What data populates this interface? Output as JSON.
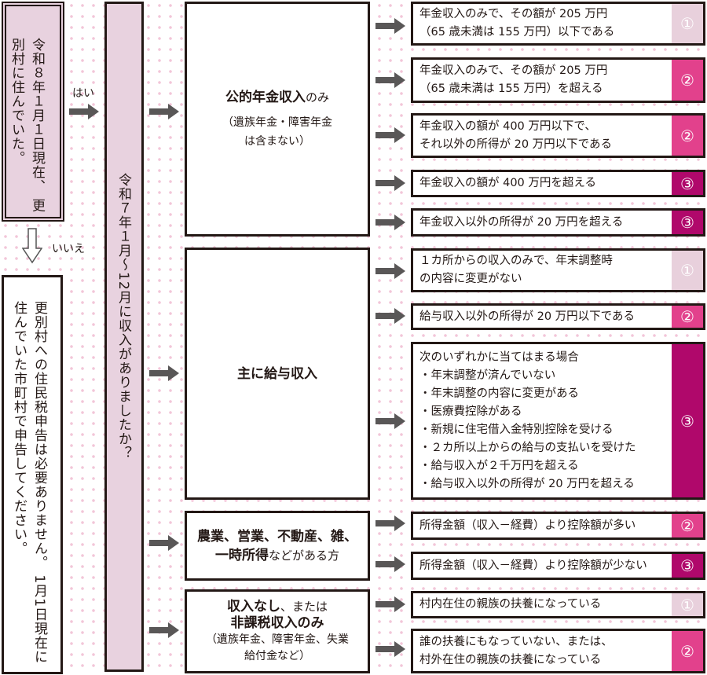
{
  "start": {
    "lines": [
      "令和８年１月１日現在、",
      "更別村に住んでいた。"
    ]
  },
  "yes_label": "はい",
  "no_label": "いいえ",
  "no_result": {
    "lines": [
      "更別村への住民税申告は必要ありません。",
      "1月1日現在に住んでいた市町村で申告してください。"
    ]
  },
  "question": "令和７年１月～12月に収入がありましたか？",
  "categories": [
    {
      "bold": "公的年金収入",
      "rest": "のみ",
      "note": [
        "（遺族年金・障害年金",
        "は含まない）"
      ]
    },
    {
      "bold": "主に給与収入",
      "rest": "",
      "note": []
    },
    {
      "bold": "農業、営業、不動産、雑、",
      "bold2": "一時所得",
      "rest": "などがある方",
      "note": []
    },
    {
      "bold": "収入なし",
      "rest": "、または",
      "bold2": "非課税収入のみ",
      "note": [
        "（遺族年金、障害年金、失業",
        "給付金など）"
      ]
    }
  ],
  "num_colors": {
    "①": "#e8d0dc",
    "②": "#e2418c",
    "③": "#b0086b"
  },
  "results": [
    {
      "lines": [
        "年金収入のみで、その額が 205 万円",
        "（65 歳未満は 155 万円）以下である"
      ],
      "num": "①"
    },
    {
      "lines": [
        "年金収入のみで、その額が 205 万円",
        "（65 歳未満は 155 万円）を超える"
      ],
      "num": "②"
    },
    {
      "lines": [
        "年金収入の額が 400 万円以下で、",
        "それ以外の所得が 20 万円以下である"
      ],
      "num": "②"
    },
    {
      "lines": [
        "年金収入の額が 400 万円を超える"
      ],
      "num": "③"
    },
    {
      "lines": [
        "年金収入以外の所得が 20 万円を超える"
      ],
      "num": "③"
    },
    {
      "lines": [
        "１カ所からの収入のみで、年末調整時",
        "の内容に変更がない"
      ],
      "num": "①"
    },
    {
      "lines": [
        "給与収入以外の所得が 20 万円以下である"
      ],
      "num": "②"
    },
    {
      "lines": [
        "次のいずれかに当てはまる場合",
        "・年末調整が済んでいない",
        "・年末調整の内容に変更がある",
        "・医療費控除がある",
        "・新規に住宅借入金特別控除を受ける",
        "・２カ所以上からの給与の支払いを受けた",
        "・給与収入が２千万円を超える",
        "・給与収入以外の所得が 20 万円を超える"
      ],
      "num": "③"
    },
    {
      "lines": [
        "所得金額（収入－経費）より控除額が多い"
      ],
      "num": "②"
    },
    {
      "lines": [
        "所得金額（収入－経費）より控除額が少ない"
      ],
      "num": "③"
    },
    {
      "lines": [
        "村内在住の親族の扶養になっている"
      ],
      "num": "①"
    },
    {
      "lines": [
        "誰の扶養にもなっていない、または、",
        "村外在住の親族の扶養になっている"
      ],
      "num": "②"
    }
  ]
}
